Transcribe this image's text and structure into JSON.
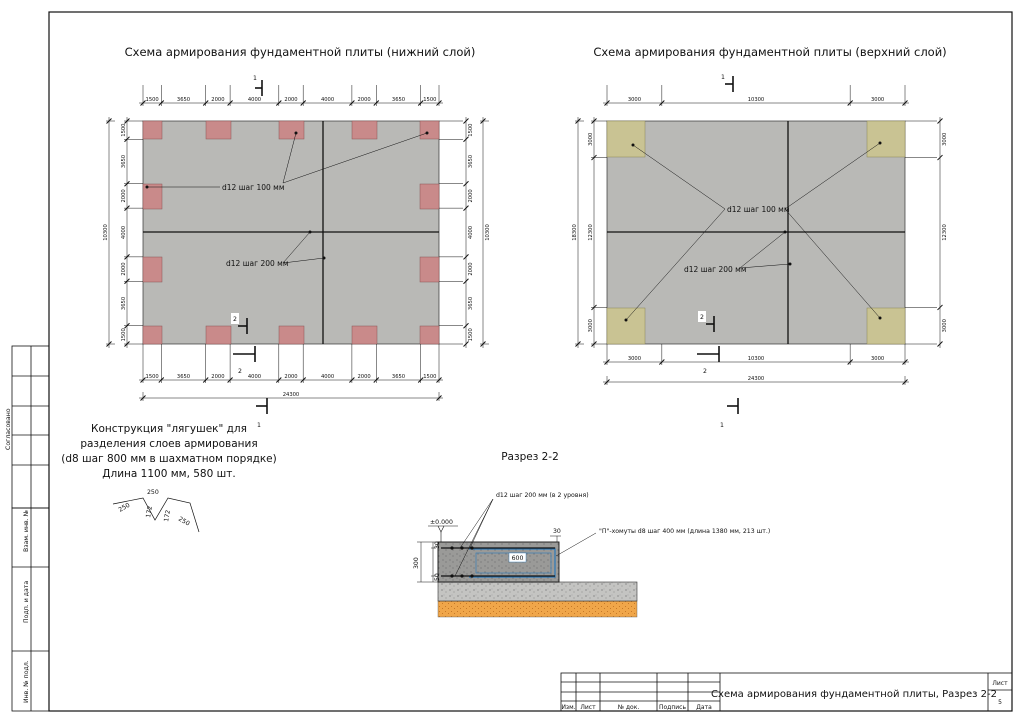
{
  "sheet": {
    "title_lower": "Схема армирования фундаментной плиты (нижний слой)",
    "title_upper": "Схема армирования фундаментной плиты (верхний слой)",
    "section_title": "Разрез 2-2",
    "frogs_note": [
      "Конструкция \"лягушек\" для",
      "разделения слоев армирования",
      "(d8 шаг 800 мм в шахматном порядке)",
      "Длина 1100 мм,  580 шт."
    ],
    "frog_dims": {
      "a": "250",
      "b": "250",
      "c": "172",
      "d": "172",
      "e": "250"
    }
  },
  "lower_plan": {
    "top_dims": [
      "1500",
      "3650",
      "2000",
      "4000",
      "2000",
      "4000",
      "2000",
      "3650",
      "1500"
    ],
    "bottom_dims": [
      "1500",
      "3650",
      "2000",
      "4000",
      "2000",
      "4000",
      "2000",
      "3650",
      "1500"
    ],
    "overall_width": "24300",
    "left_dims": [
      "1500",
      "3650",
      "2000",
      "4000",
      "2000",
      "3650",
      "1500"
    ],
    "right_dims": [
      "1500",
      "3650",
      "2000",
      "4000",
      "2000",
      "3650",
      "1500"
    ],
    "overall_height": "10300",
    "label_top_rebar": "d12 шаг 100 мм",
    "label_main_rebar": "d12 шаг 200 мм",
    "cut1": "1",
    "cut2": "2"
  },
  "upper_plan": {
    "top_dims": [
      "3000",
      "10300",
      "3000"
    ],
    "bottom_dims": [
      "3000",
      "10300",
      "3000"
    ],
    "overall_width": "24300",
    "left_dims": [
      "3000",
      "12300",
      "3000"
    ],
    "right_dims": [
      "3000",
      "12300",
      "3000"
    ],
    "overall_height": "18300",
    "label_top_rebar": "d12 шаг 100 мм",
    "label_main_rebar": "d12 шаг 200 мм",
    "cut1": "1",
    "cut2": "2"
  },
  "section": {
    "level": "±0.000",
    "rebar_label": "d12 шаг 200 мм (в 2 уровня)",
    "clamp_label": "\"П\"-хомуты d8 шаг 400 мм (длина 1380 мм, 213 шт.)",
    "height": "300",
    "cover_top": "30",
    "cover_bottom": "50",
    "cover_right": "30",
    "clamp_size": "600"
  },
  "stamp": {
    "title": "Схема армирования фундаментной плиты, Разрез 2-2",
    "sheet_label": "Лист",
    "sheet_number": "5",
    "cols": [
      "Изм.",
      "Лист",
      "№ док.",
      "Подпись",
      "Дата"
    ],
    "side": [
      "Согласовано",
      "Взам. инв. №",
      "Подп. и дата",
      "Инв. № подл."
    ]
  },
  "colors": {
    "slab": "#b9b9b6",
    "zone_lower": "#c98a8a",
    "zone_upper": "#c9c393",
    "sand": "#f0a64a",
    "concrete_base": "#c4c4c2",
    "clamp": "#2a78b8"
  }
}
